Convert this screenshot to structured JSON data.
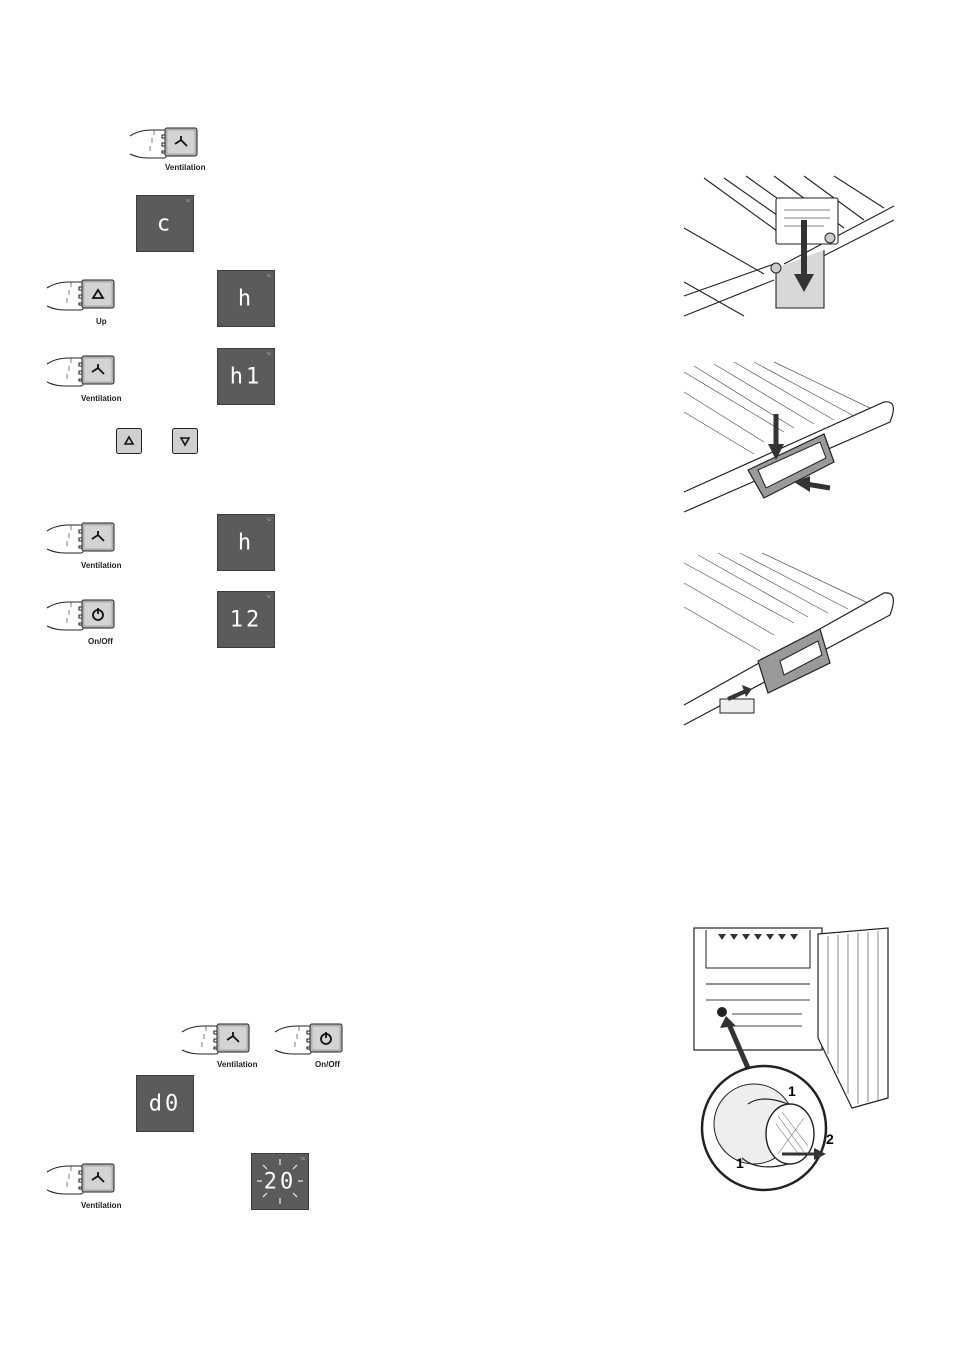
{
  "buttons": {
    "ventilation": "Ventilation",
    "up": "Up",
    "onoff": "On/Off"
  },
  "displays": {
    "unit": "°C",
    "d1": "c",
    "d2": "h",
    "d3": "h1",
    "d4": "h",
    "d5": "12",
    "d6": "d0",
    "d7": "20"
  },
  "callouts": {
    "one_top": "1",
    "two": "2",
    "one_bottom": "1"
  }
}
